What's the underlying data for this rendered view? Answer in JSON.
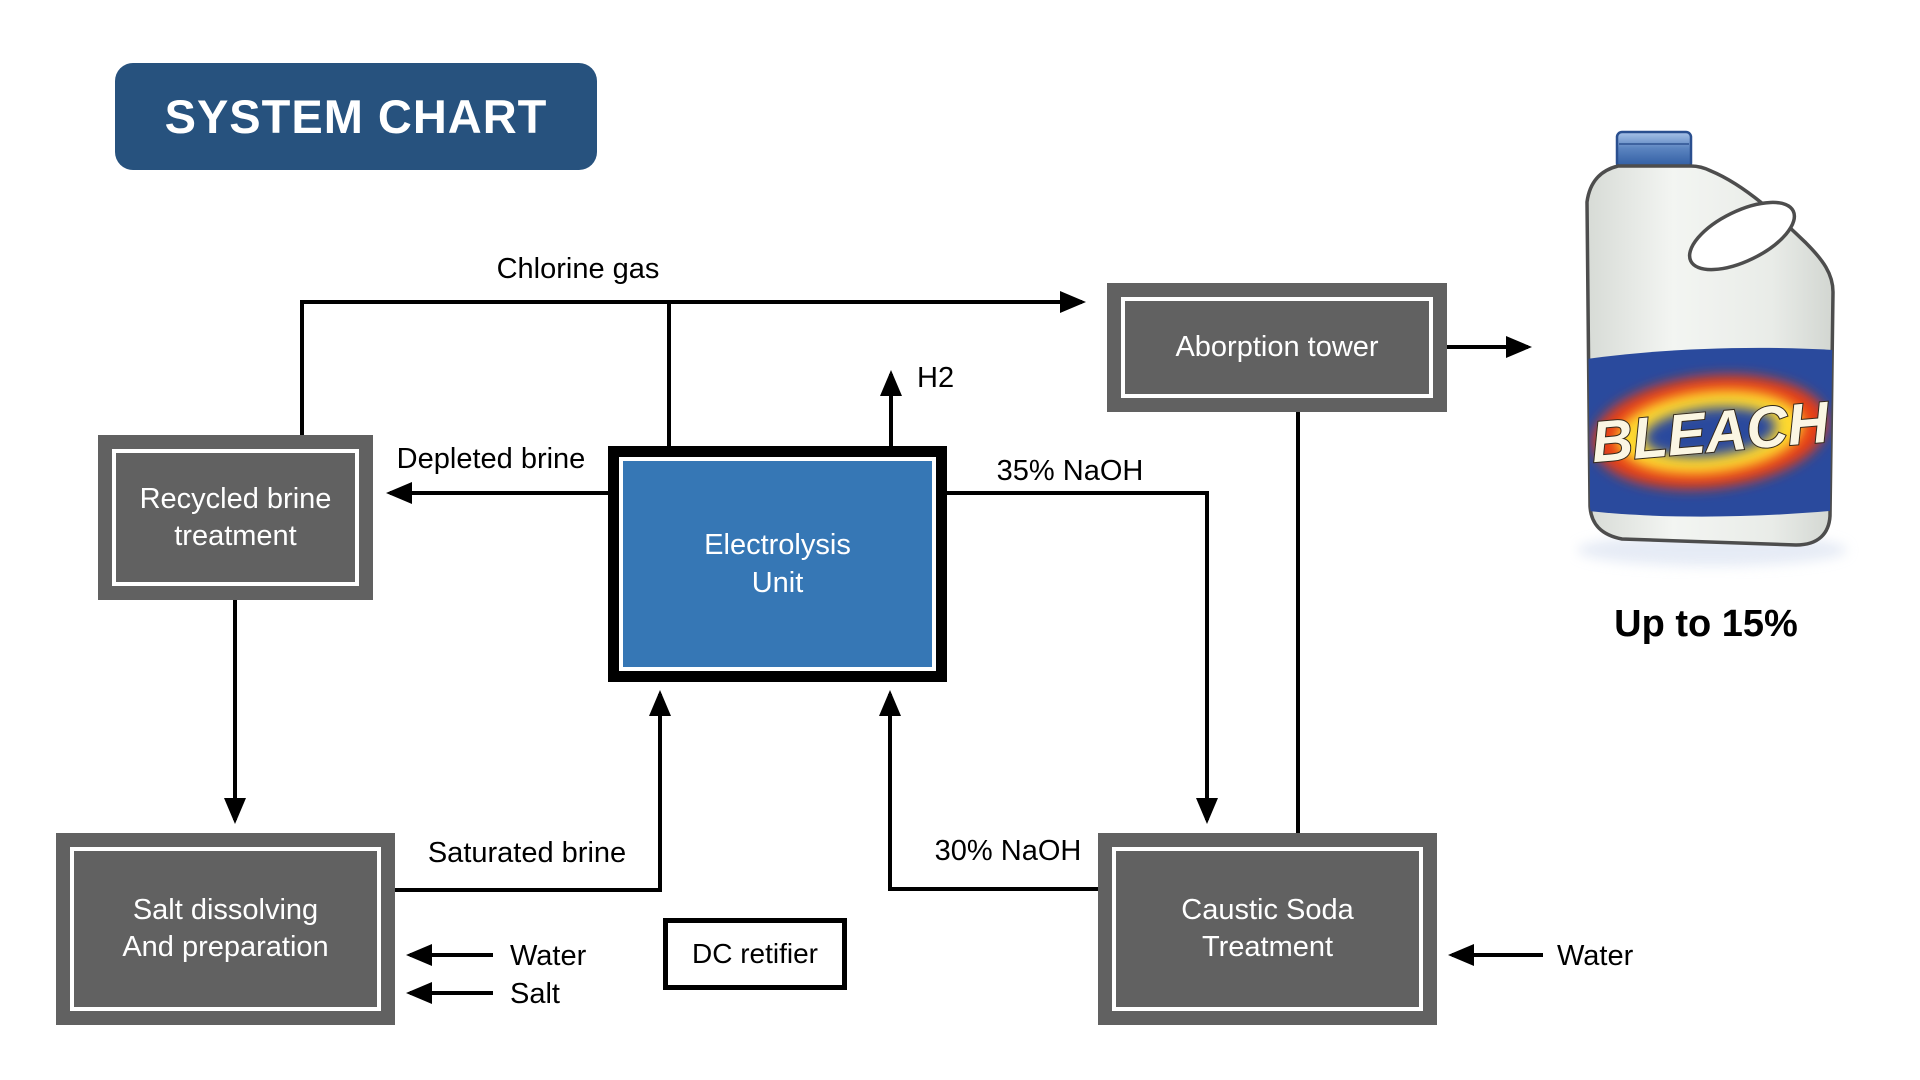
{
  "title": "SYSTEM CHART",
  "nodes": {
    "recycled_brine": "Recycled brine\ntreatment",
    "salt_dissolving": "Salt dissolving\nAnd preparation",
    "electrolysis": "Electrolysis\nUnit",
    "absorption_tower": "Aborption tower",
    "caustic_soda": "Caustic Soda\nTreatment",
    "dc_rectifier": "DC retifier"
  },
  "labels": {
    "chlorine_gas": "Chlorine gas",
    "h2": "H2",
    "depleted_brine": "Depleted brine",
    "naoh35": "35% NaOH",
    "naoh30": "30% NaOH",
    "saturated_brine": "Saturated brine",
    "water_left": "Water",
    "salt": "Salt",
    "water_right": "Water",
    "bleach_brand": "BLEACH",
    "up_to_15": "Up to 15%"
  },
  "colors": {
    "title_bg": "#27527E",
    "process_box_gray": "#616161",
    "electrolysis_blue": "#3677B5",
    "connector_black": "#000000",
    "bleach_label_blue": "#2A4A9D",
    "burst_red": "#E63C17",
    "burst_yellow": "#FFD92E"
  }
}
